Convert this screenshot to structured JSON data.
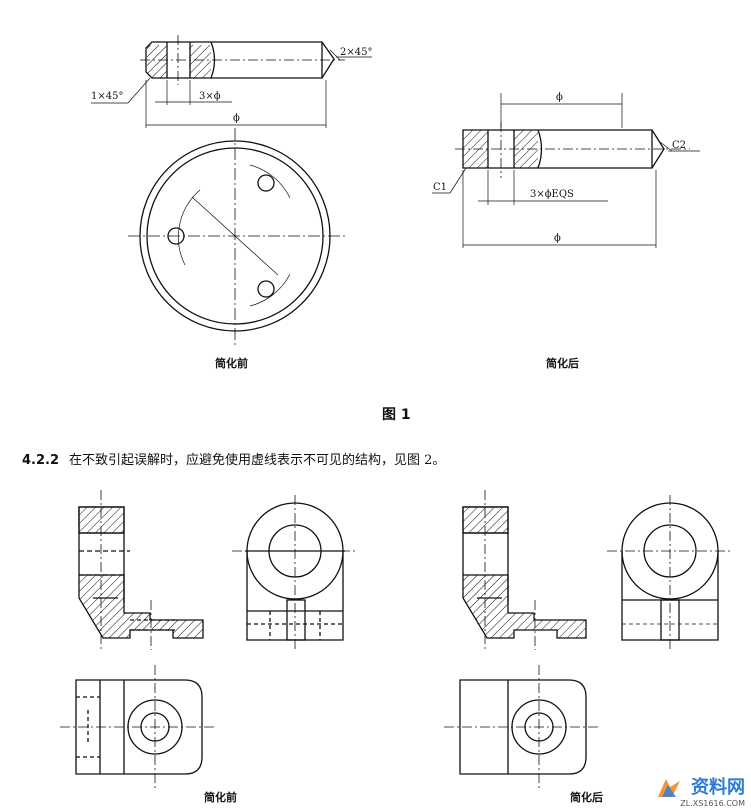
{
  "figure1": {
    "labels": {
      "chamfer_right": "2×45°",
      "chamfer_left": "1×45°",
      "holes": "3×ϕ",
      "diameter": "ϕ",
      "right_c2": "C2",
      "right_c1": "C1",
      "right_holes": "3×ϕEQS",
      "right_top_dia": "ϕ",
      "right_bottom_dia": "ϕ"
    },
    "caption_before": "简化前",
    "caption_after": "简化后",
    "title": "图 1"
  },
  "paragraph": {
    "number": "4.2.2",
    "text": "在不致引起误解时，应避免使用虚线表示不可见的结构，见图 2。"
  },
  "figure2": {
    "caption_before": "简化前",
    "caption_after": "简化后"
  },
  "watermark": {
    "brand": "资料网",
    "url": "ZL.XS1616.COM"
  }
}
